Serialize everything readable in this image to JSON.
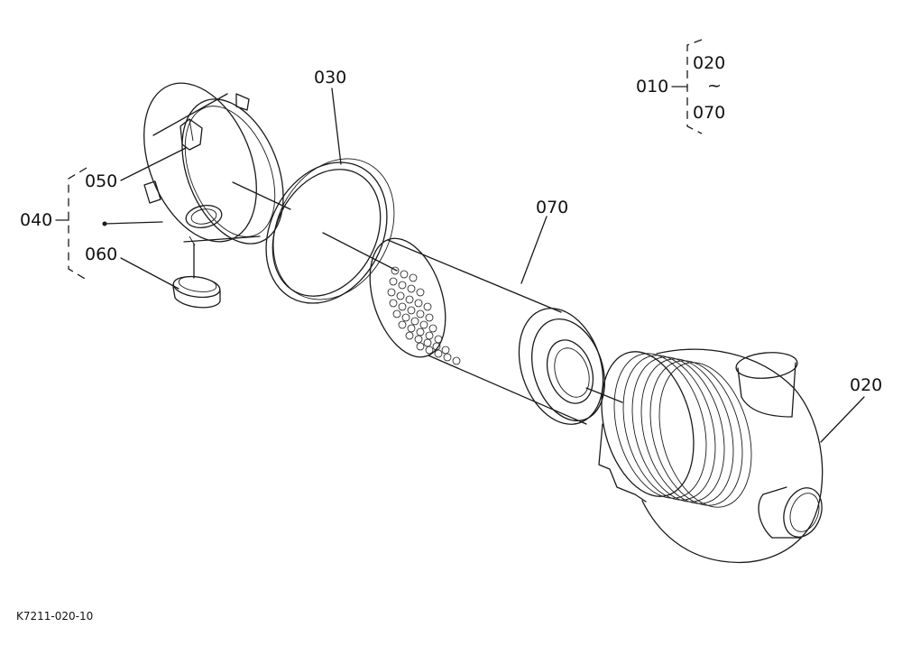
{
  "callouts": {
    "c010": "010",
    "c020_range_start": "020",
    "range_sep": "~",
    "c070_range_end": "070",
    "c030": "030",
    "c040": "040",
    "c050": "050",
    "c060": "060",
    "c070": "070",
    "c020": "020"
  },
  "drawing_code": "K7211-020-10"
}
